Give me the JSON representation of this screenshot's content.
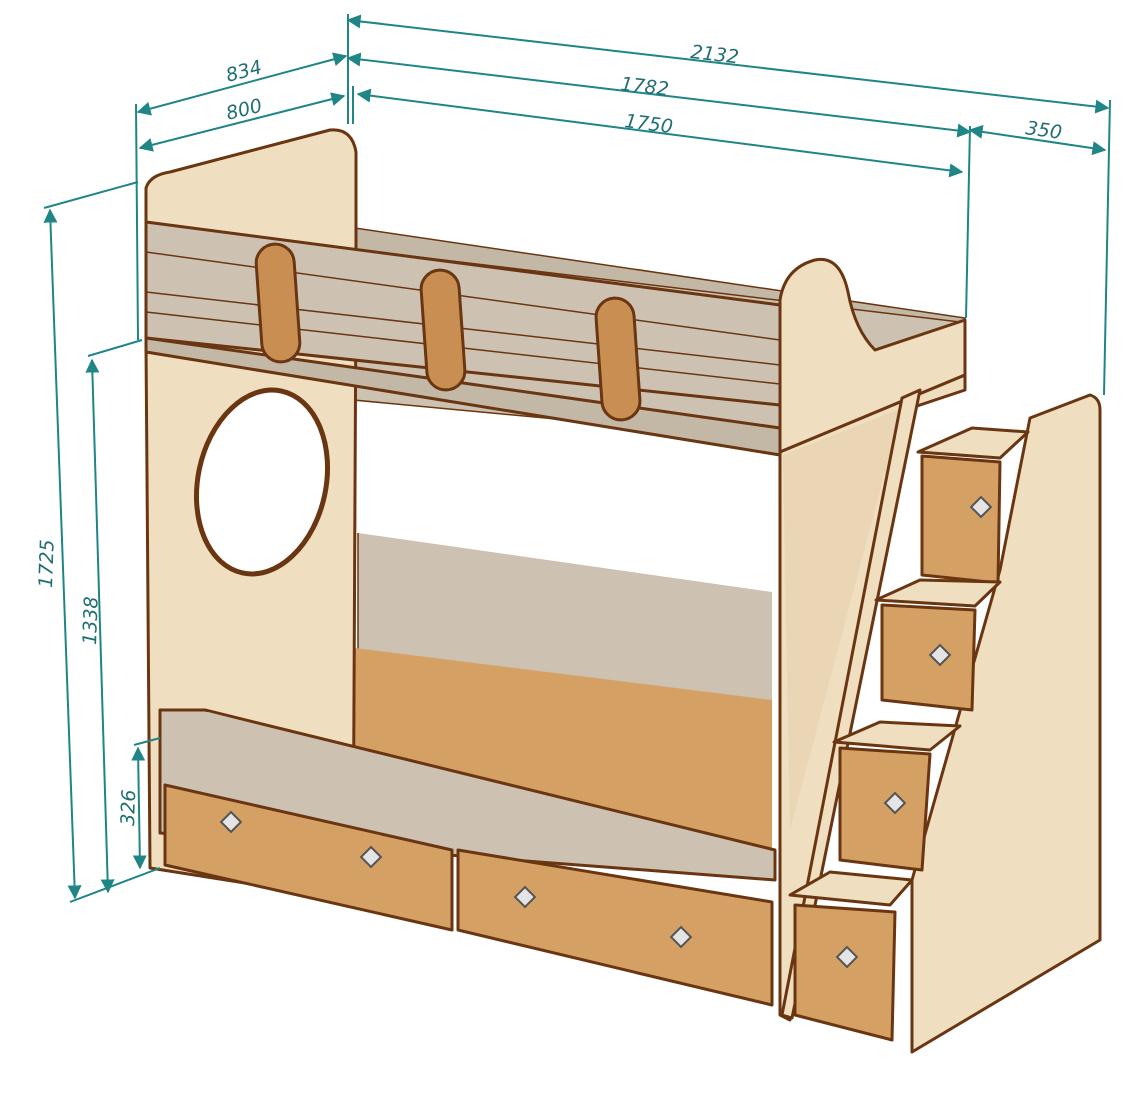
{
  "dimensions": {
    "total_length": "2132",
    "upper_length": "1782",
    "berth_length": "1750",
    "stair_depth": "350",
    "total_width": "834",
    "berth_width": "800",
    "total_height": "1725",
    "upper_height": "1338",
    "lower_height": "326"
  },
  "colors": {
    "dimension": "#1f8585",
    "outline": "#6a3612",
    "birch_panel": "#f0dec0",
    "grey_panel": "#cdc2b2",
    "orange_wood": "#d5a063"
  },
  "handle_icon": "diamond-knob-icon"
}
